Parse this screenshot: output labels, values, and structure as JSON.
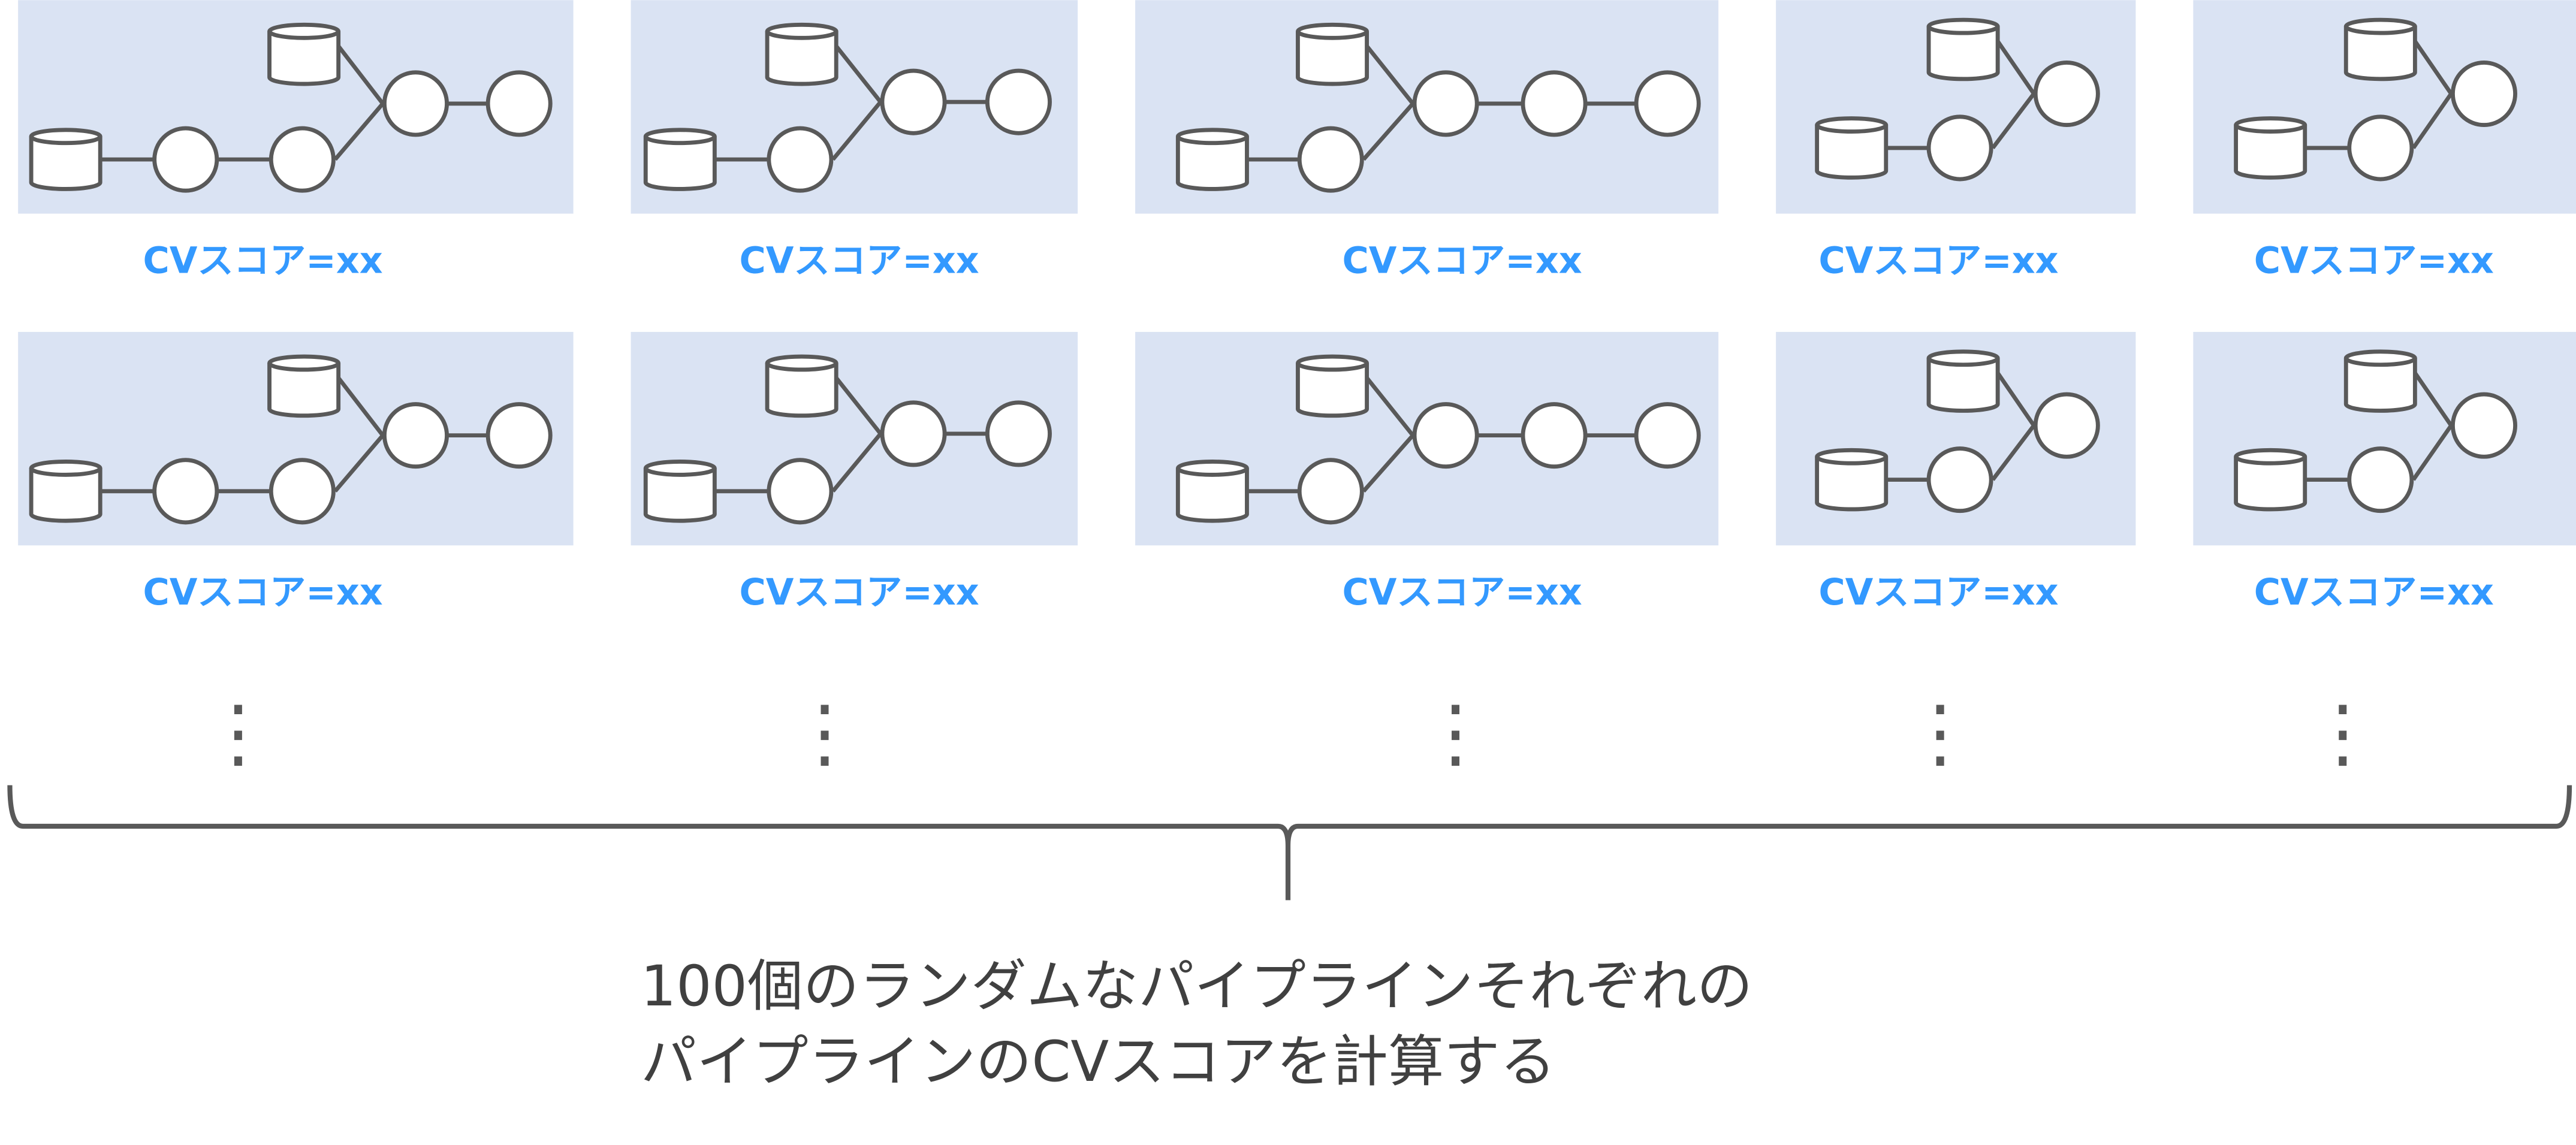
{
  "colors": {
    "panel_bg": "#dae3f3",
    "stroke": "#595959",
    "label": "#3399ff",
    "caption": "#404040"
  },
  "pipelines": [
    {
      "label": "CVスコア=xx",
      "variant": "long"
    },
    {
      "label": "CVスコア=xx",
      "variant": "long"
    },
    {
      "label": "CVスコア=xx",
      "variant": "longer"
    },
    {
      "label": "CVスコア=xx",
      "variant": "short"
    },
    {
      "label": "CVスコア=xx",
      "variant": "short"
    },
    {
      "label": "CVスコア=xx",
      "variant": "long"
    },
    {
      "label": "CVスコア=xx",
      "variant": "long"
    },
    {
      "label": "CVスコア=xx",
      "variant": "longer"
    },
    {
      "label": "CVスコア=xx",
      "variant": "short"
    },
    {
      "label": "CVスコア=xx",
      "variant": "short"
    }
  ],
  "continuation": "⋮",
  "caption": {
    "line1": "100個のランダムなパイプラインそれぞれの",
    "line2": "パイプラインのCVスコアを計算する"
  }
}
